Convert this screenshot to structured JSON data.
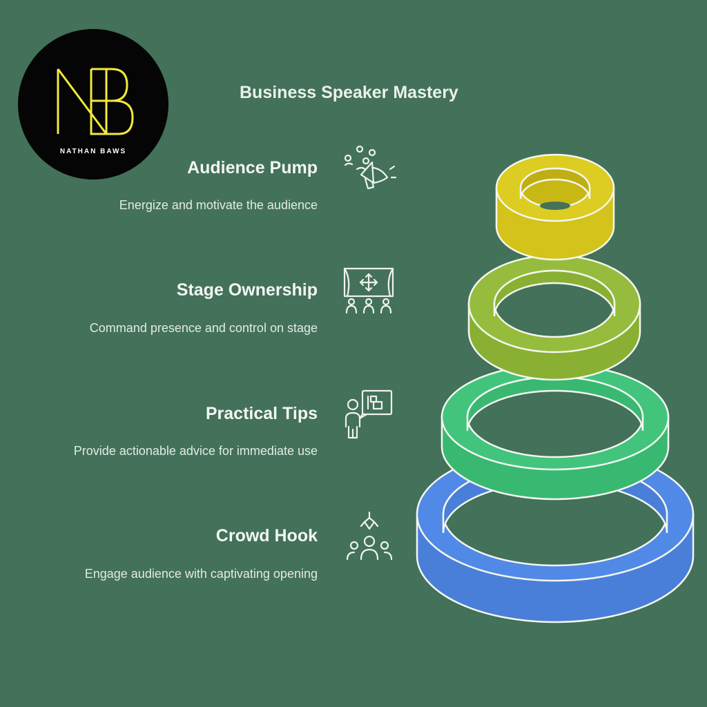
{
  "logo": {
    "monogram": "NB",
    "name": "NATHAN BAWS",
    "background": "#050505",
    "accent": "#f2e93a"
  },
  "title": "Business Speaker Mastery",
  "levels": [
    {
      "title": "Audience Pump",
      "description": "Energize and motivate the audience",
      "icon": "megaphone-crowd-icon",
      "ring_color": "#d9c81b"
    },
    {
      "title": "Stage Ownership",
      "description": "Command presence and control on stage",
      "icon": "stage-audience-icon",
      "ring_color": "#93b93b"
    },
    {
      "title": "Practical Tips",
      "description": "Provide actionable advice for immediate use",
      "icon": "presenter-board-icon",
      "ring_color": "#3ec37b"
    },
    {
      "title": "Crowd Hook",
      "description": "Engage audience with captivating opening",
      "icon": "hook-audience-icon",
      "ring_color": "#4f86e2"
    }
  ],
  "colors": {
    "background": "#43715a",
    "text": "#f2f6f3",
    "outline": "#f4f7ef"
  }
}
